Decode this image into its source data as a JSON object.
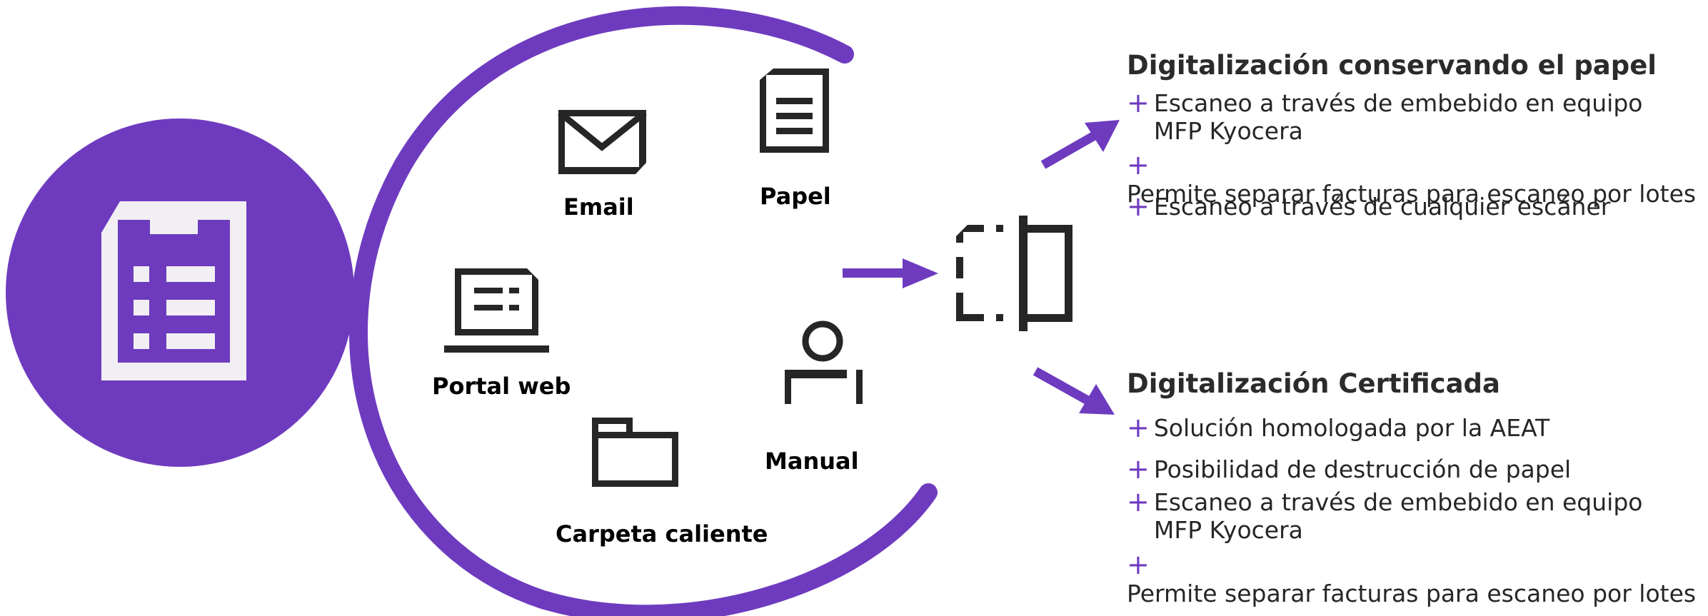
{
  "colors": {
    "accent": "#6e3bbf",
    "icon": "#262626",
    "text": "#262626"
  },
  "sources": {
    "email": "Email",
    "papel": "Papel",
    "portal_web": "Portal web",
    "manual": "Manual",
    "carpeta": "Carpeta caliente"
  },
  "sections": [
    {
      "title": "Digitalización conservando el papel",
      "bullets": [
        "Escaneo a través de embebido en equipo\nMFP Kyocera",
        "Permite separar facturas para escaneo por lotes",
        "Escaneo a través de cualquier escáner"
      ]
    },
    {
      "title": "Digitalización Certificada",
      "bullets": [
        "Solución homologada por la AEAT",
        "Posibilidad de destrucción de papel",
        "Escaneo a través de embebido en equipo\nMFP Kyocera",
        "Permite separar facturas para escaneo por lotes"
      ]
    }
  ],
  "icons": [
    "invoice-icon",
    "email-icon",
    "document-icon",
    "laptop-icon",
    "user-icon",
    "folder-icon",
    "scanner-icon",
    "arrow-icon"
  ]
}
